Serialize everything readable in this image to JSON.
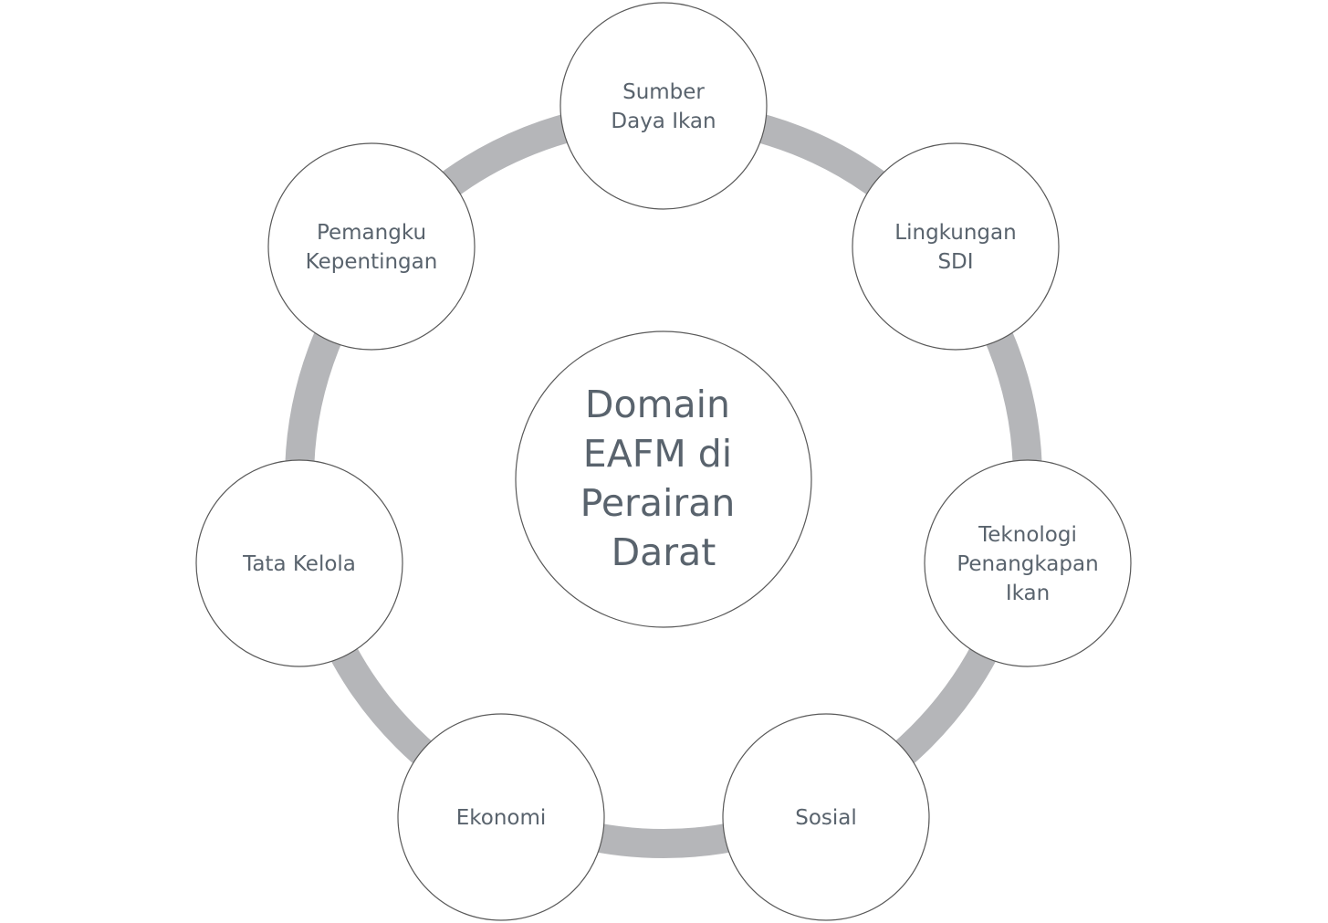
{
  "diagram": {
    "center": {
      "lines": [
        "Domain",
        "EAFM di",
        "Perairan",
        "Darat"
      ]
    },
    "nodes": [
      {
        "id": "sumber-daya-ikan",
        "lines": [
          "Sumber",
          "Daya Ikan"
        ],
        "fill": "#c5dbbb"
      },
      {
        "id": "lingkungan-sdi",
        "lines": [
          "Lingkungan",
          "SDI"
        ],
        "fill": "#ffffff"
      },
      {
        "id": "teknologi-penangkapan-ikan",
        "lines": [
          "Teknologi",
          "Penangkapan",
          "Ikan"
        ],
        "fill": "#ffffff"
      },
      {
        "id": "sosial",
        "lines": [
          "Sosial"
        ],
        "fill": "#ffffff"
      },
      {
        "id": "ekonomi",
        "lines": [
          "Ekonomi"
        ],
        "fill": "#ffffff"
      },
      {
        "id": "tata-kelola",
        "lines": [
          "Tata Kelola"
        ],
        "fill": "#ffffff"
      },
      {
        "id": "pemangku-kepentingan",
        "lines": [
          "Pemangku",
          "Kepentingan"
        ],
        "fill": "#ffffff"
      }
    ],
    "colors": {
      "ring": "#b5b6b9",
      "text": "#59636d",
      "outline": "#595959",
      "highlight": "#c5dbbb"
    }
  }
}
